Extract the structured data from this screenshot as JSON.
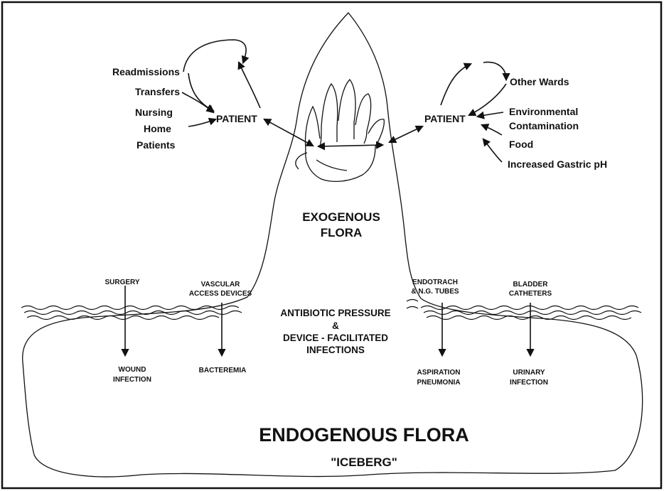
{
  "left": {
    "patient": "PATIENT",
    "readmissions": "Readmissions",
    "transfers": "Transfers",
    "nursing": [
      "Nursing",
      "Home",
      "Patients"
    ]
  },
  "right": {
    "patient": "PATIENT",
    "other_wards": "Other Wards",
    "environmental": [
      "Environmental",
      "Contamination"
    ],
    "food": "Food",
    "gastric": "Increased Gastric pH"
  },
  "center": {
    "exogenous": [
      "EXOGENOUS",
      "FLORA"
    ],
    "pressure": [
      "ANTIBIOTIC PRESSURE",
      "&",
      "DEVICE - FACILITATED",
      "INFECTIONS"
    ]
  },
  "entries": {
    "surgery": "SURGERY",
    "vascular": [
      "VASCULAR",
      "ACCESS DEVICES"
    ],
    "endotrach": [
      "ENDOTRACH",
      "& N.G. TUBES"
    ],
    "bladder": [
      "BLADDER",
      "CATHETERS"
    ]
  },
  "outcomes": {
    "wound": [
      "WOUND",
      "INFECTION"
    ],
    "bacteremia": "BACTEREMIA",
    "aspiration": [
      "ASPIRATION",
      "PNEUMONIA"
    ],
    "urinary": [
      "URINARY",
      "INFECTION"
    ]
  },
  "bottom": {
    "title": "ENDOGENOUS FLORA",
    "subtitle": "\"ICEBERG\""
  }
}
